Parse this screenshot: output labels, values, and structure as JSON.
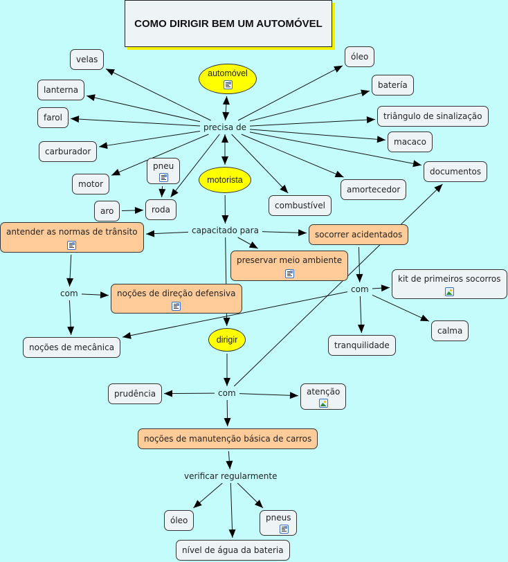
{
  "title": "COMO DIRIGIR BEM UM AUTOMÓVEL",
  "colors": {
    "background": "#c4fcfc",
    "concept": "#eef3f6",
    "highlight": "#ffcc99",
    "key_concept": "#ffff00",
    "title_shadow": "#f5f000"
  },
  "concepts": {
    "automovel": "automóvel",
    "motorista": "motorista",
    "dirigir": "dirigir",
    "velas": "velas",
    "lanterna": "lanterna",
    "farol": "farol",
    "carburador": "carburador",
    "pneu": "pneu",
    "motor": "motor",
    "aro": "aro",
    "roda": "roda",
    "oleo": "óleo",
    "bateria": "batería",
    "triangulo": "triângulo de sinalização",
    "macaco": "macaco",
    "documentos": "documentos",
    "amortecedor": "amortecedor",
    "combustivel": "combustível",
    "normas": "antender as normas de trânsito",
    "socorrer": "socorrer acidentados",
    "preservar": "preservar meio ambiente",
    "defensiva": "noções de direção defensiva",
    "kit": "kit de primeiros socorros",
    "mecanica": "noções de mecânica",
    "tranquilidade": "tranquilidade",
    "calma": "calma",
    "prudencia": "prudência",
    "atencao": "atenção",
    "manutencao": "noções de manutenção básica de carros",
    "oleo2": "óleo",
    "pneus": "pneus",
    "agua": "nível de água da bateria"
  },
  "linking_phrases": {
    "precisa": "precisa de",
    "capacitado": "capacitado para",
    "com1": "com",
    "com2": "com",
    "com3": "com",
    "verificar": "verificar regularmente"
  },
  "resource_icons": {
    "automovel": "document-icon",
    "pneu": "document-icon",
    "normas": "document-icon",
    "preservar": "document-icon",
    "defensiva": "document-icon",
    "kit": "image-icon",
    "atencao": "image-icon",
    "pneus": "document-icon"
  }
}
